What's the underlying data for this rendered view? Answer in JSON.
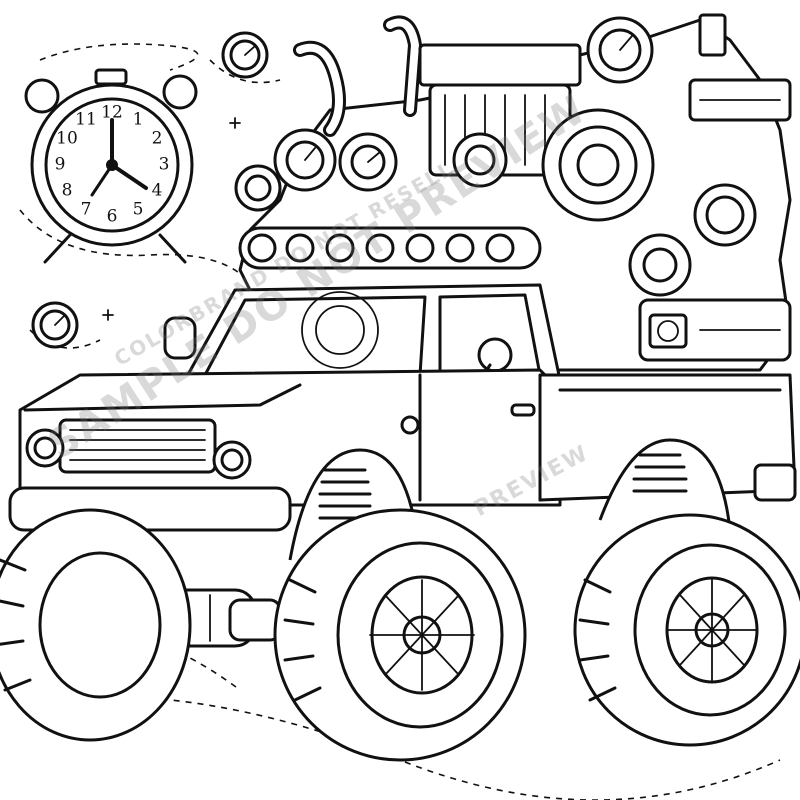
{
  "image": {
    "subject": "monster-truck-coloring-page",
    "clock": {
      "numbers": [
        "12",
        "1",
        "2",
        "3",
        "4",
        "5",
        "6",
        "7",
        "8",
        "9",
        "10",
        "11"
      ]
    },
    "watermarks": [
      "SAMPLE DO NOT PREVIEW",
      "PREVIEW",
      "COLORBRAND DO NOT RESELL"
    ],
    "colors": {
      "ink": "#111111",
      "paper": "#ffffff",
      "watermark": "#787878"
    }
  }
}
